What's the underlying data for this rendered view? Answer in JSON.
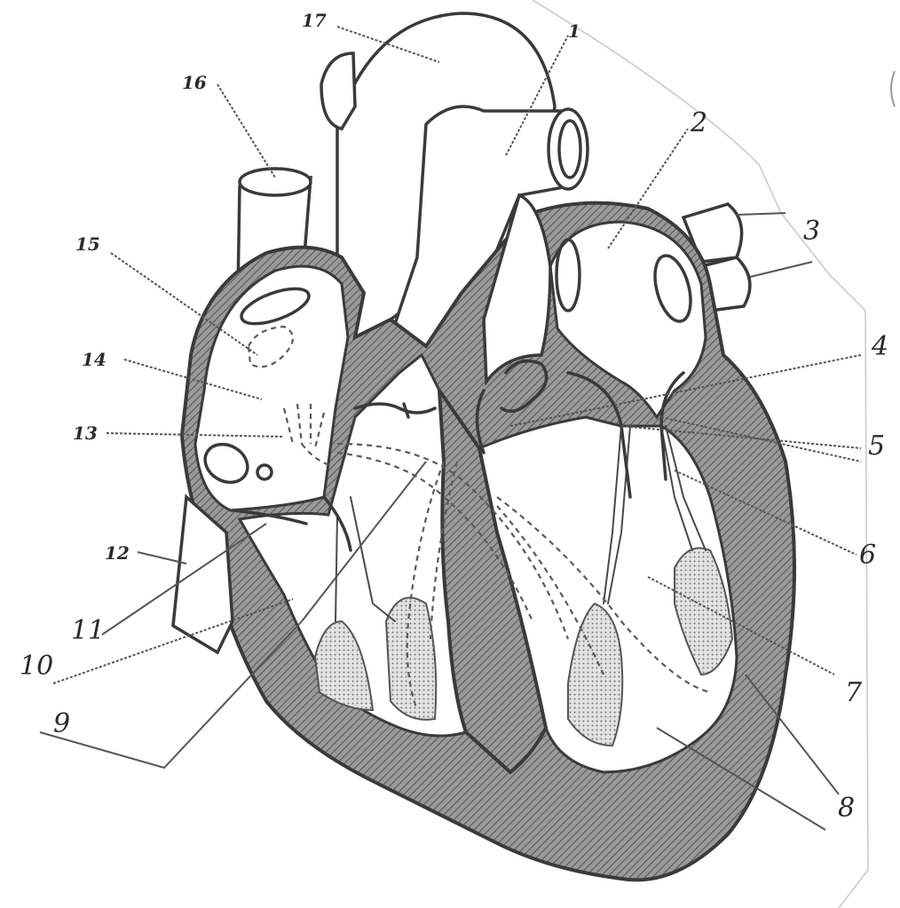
{
  "diagram": {
    "labels": [
      {
        "id": "1",
        "text": "1"
      },
      {
        "id": "2",
        "text": "2"
      },
      {
        "id": "3",
        "text": "3"
      },
      {
        "id": "4",
        "text": "4"
      },
      {
        "id": "5",
        "text": "5"
      },
      {
        "id": "6",
        "text": "6"
      },
      {
        "id": "7",
        "text": "7"
      },
      {
        "id": "8",
        "text": "8"
      },
      {
        "id": "9",
        "text": "9"
      },
      {
        "id": "10",
        "text": "10"
      },
      {
        "id": "11",
        "text": "11"
      },
      {
        "id": "12",
        "text": "12"
      },
      {
        "id": "13",
        "text": "13"
      },
      {
        "id": "14",
        "text": "14"
      },
      {
        "id": "15",
        "text": "15"
      },
      {
        "id": "16",
        "text": "16"
      },
      {
        "id": "17",
        "text": "17"
      }
    ]
  }
}
